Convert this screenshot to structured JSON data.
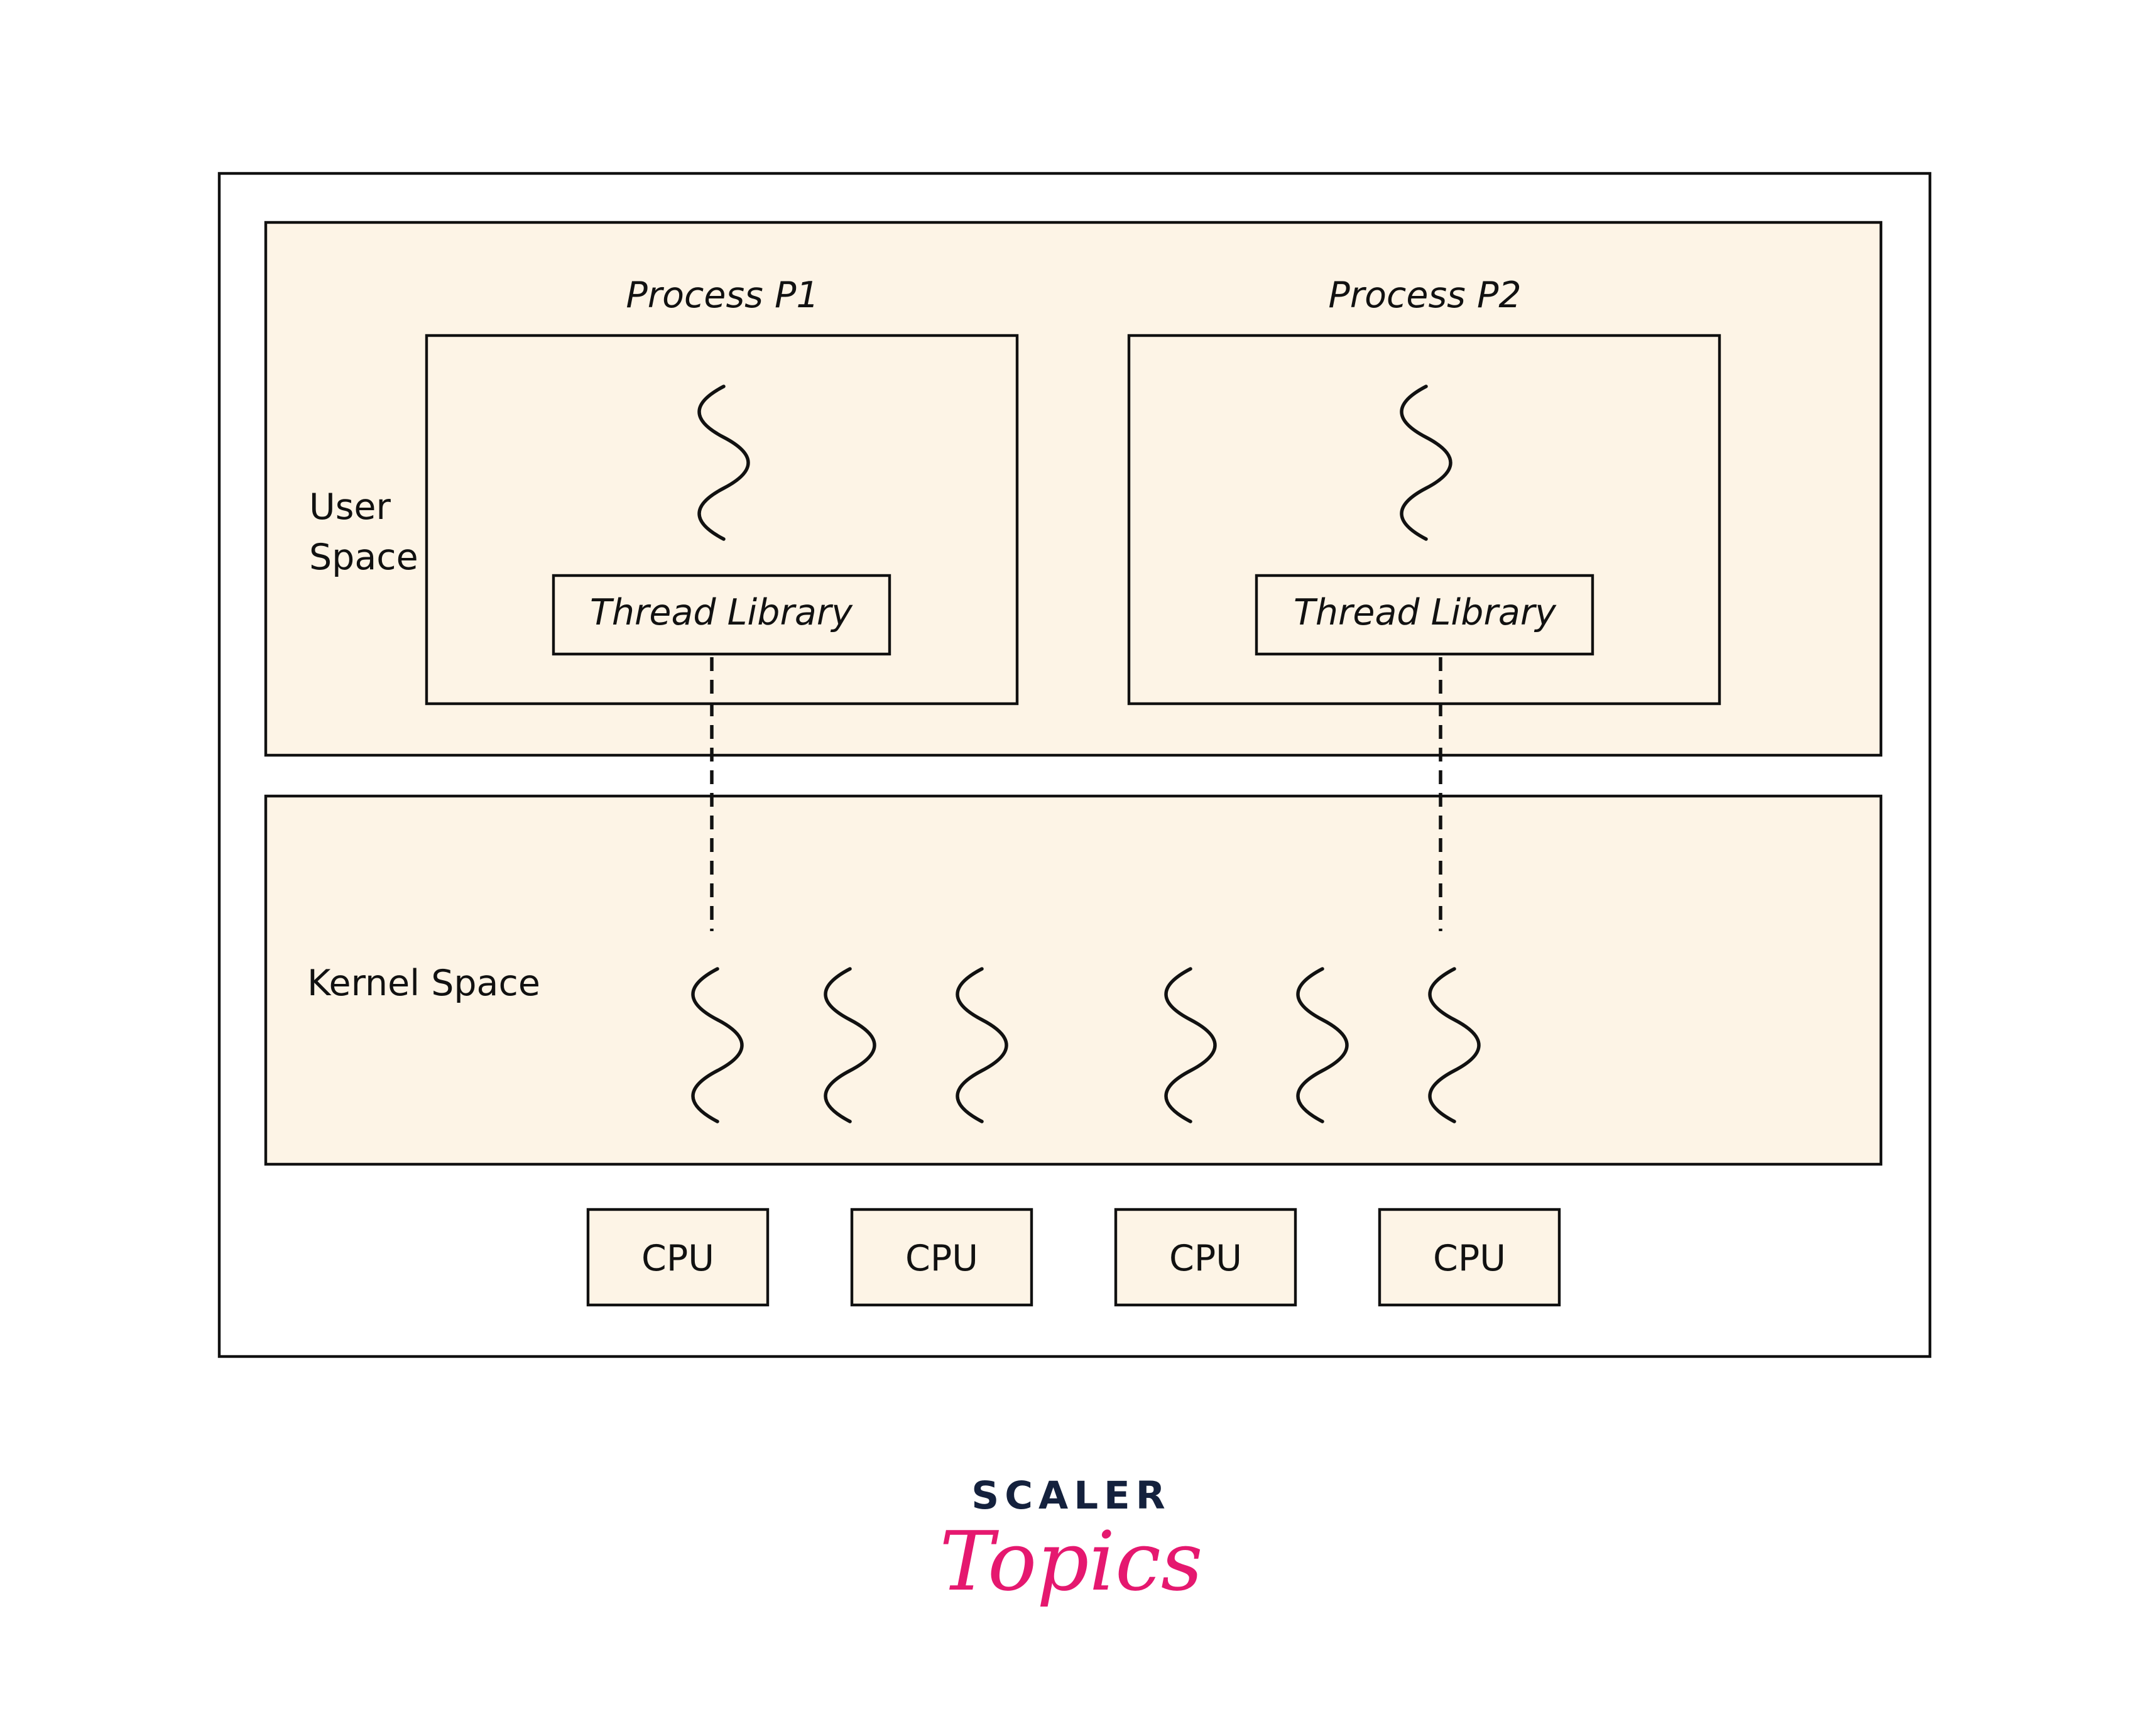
{
  "user_space_label": [
    "User",
    "Space"
  ],
  "kernel_space_label": "Kernel Space",
  "processes": [
    {
      "title": "Process P1",
      "library_label": "Thread Library"
    },
    {
      "title": "Process P2",
      "library_label": "Thread Library"
    }
  ],
  "kernel_threads": {
    "group_1_count": 3,
    "group_2_count": 3
  },
  "cpus": [
    "CPU",
    "CPU",
    "CPU",
    "CPU"
  ],
  "logo": {
    "line1": "SCALER",
    "line2": "Topics"
  },
  "colors": {
    "panel_fill": "#fdf4e6",
    "stroke": "#111111",
    "logo_dark": "#14213d",
    "logo_accent": "#e5186f"
  }
}
